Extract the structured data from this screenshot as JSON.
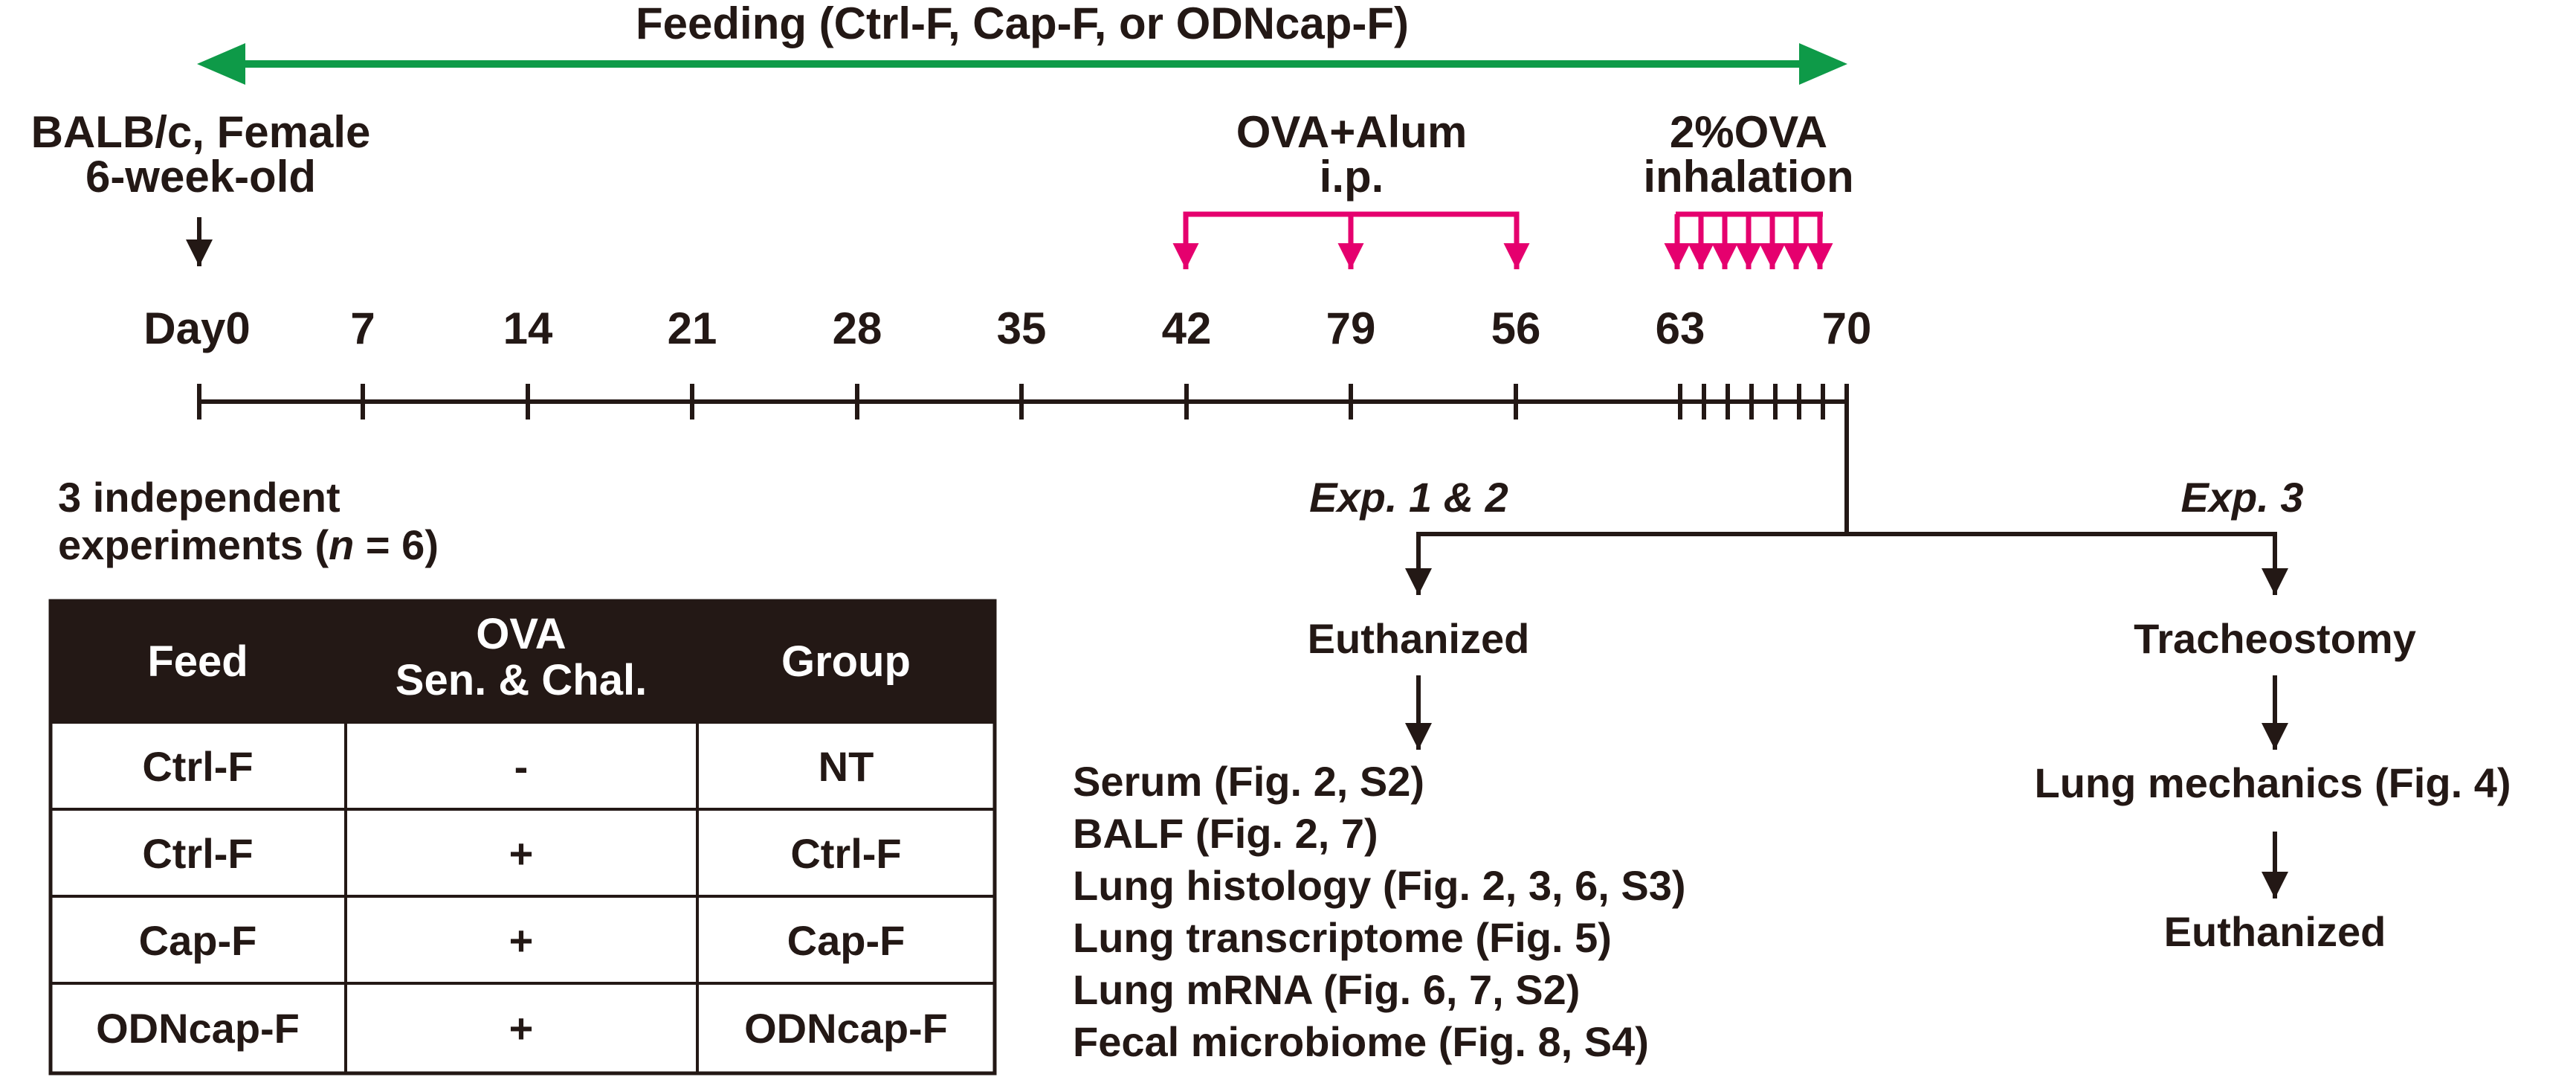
{
  "feeding_label": "Feeding (Ctrl-F, Cap-F, or ODNcap-F)",
  "mouse": {
    "line1": "BALB/c, Female",
    "line2": "6-week-old"
  },
  "sensitization": {
    "line1": "OVA+Alum",
    "line2": "i.p."
  },
  "inhalation": {
    "line1": "2%OVA",
    "line2": "inhalation"
  },
  "timeline_days": [
    "Day0",
    "7",
    "14",
    "21",
    "28",
    "35",
    "42",
    "79",
    "56",
    "63",
    "70"
  ],
  "experiments_note": {
    "line1": "3 independent",
    "line2_prefix": "experiments (",
    "n_symbol": "n",
    "line2_suffix": " = 6)"
  },
  "table": {
    "headers": [
      {
        "lines": [
          "Feed"
        ]
      },
      {
        "lines": [
          "OVA",
          "Sen. & Chal."
        ]
      },
      {
        "lines": [
          "Group"
        ]
      }
    ],
    "rows": [
      [
        "Ctrl-F",
        "-",
        "NT"
      ],
      [
        "Ctrl-F",
        "+",
        "Ctrl-F"
      ],
      [
        "Cap-F",
        "+",
        "Cap-F"
      ],
      [
        "ODNcap-F",
        "+",
        "ODNcap-F"
      ]
    ]
  },
  "exp12": {
    "label": "Exp. 1 & 2",
    "step": "Euthanized",
    "outputs": [
      "Serum (Fig. 2, S2)",
      "BALF (Fig. 2, 7)",
      "Lung histology (Fig. 2, 3, 6, S3)",
      "Lung transcriptome (Fig. 5)",
      "Lung mRNA (Fig. 6, 7, S2)",
      "Fecal microbiome (Fig. 8, S4)"
    ]
  },
  "exp3": {
    "label": "Exp. 3",
    "step1": "Tracheostomy",
    "step2": "Lung mechanics (Fig. 4)",
    "step3": "Euthanized"
  },
  "colors": {
    "feeding_arrow": "#0e9a48",
    "ova_arrows": "#e5006e",
    "text": "#231815",
    "table_header": "#231815"
  }
}
